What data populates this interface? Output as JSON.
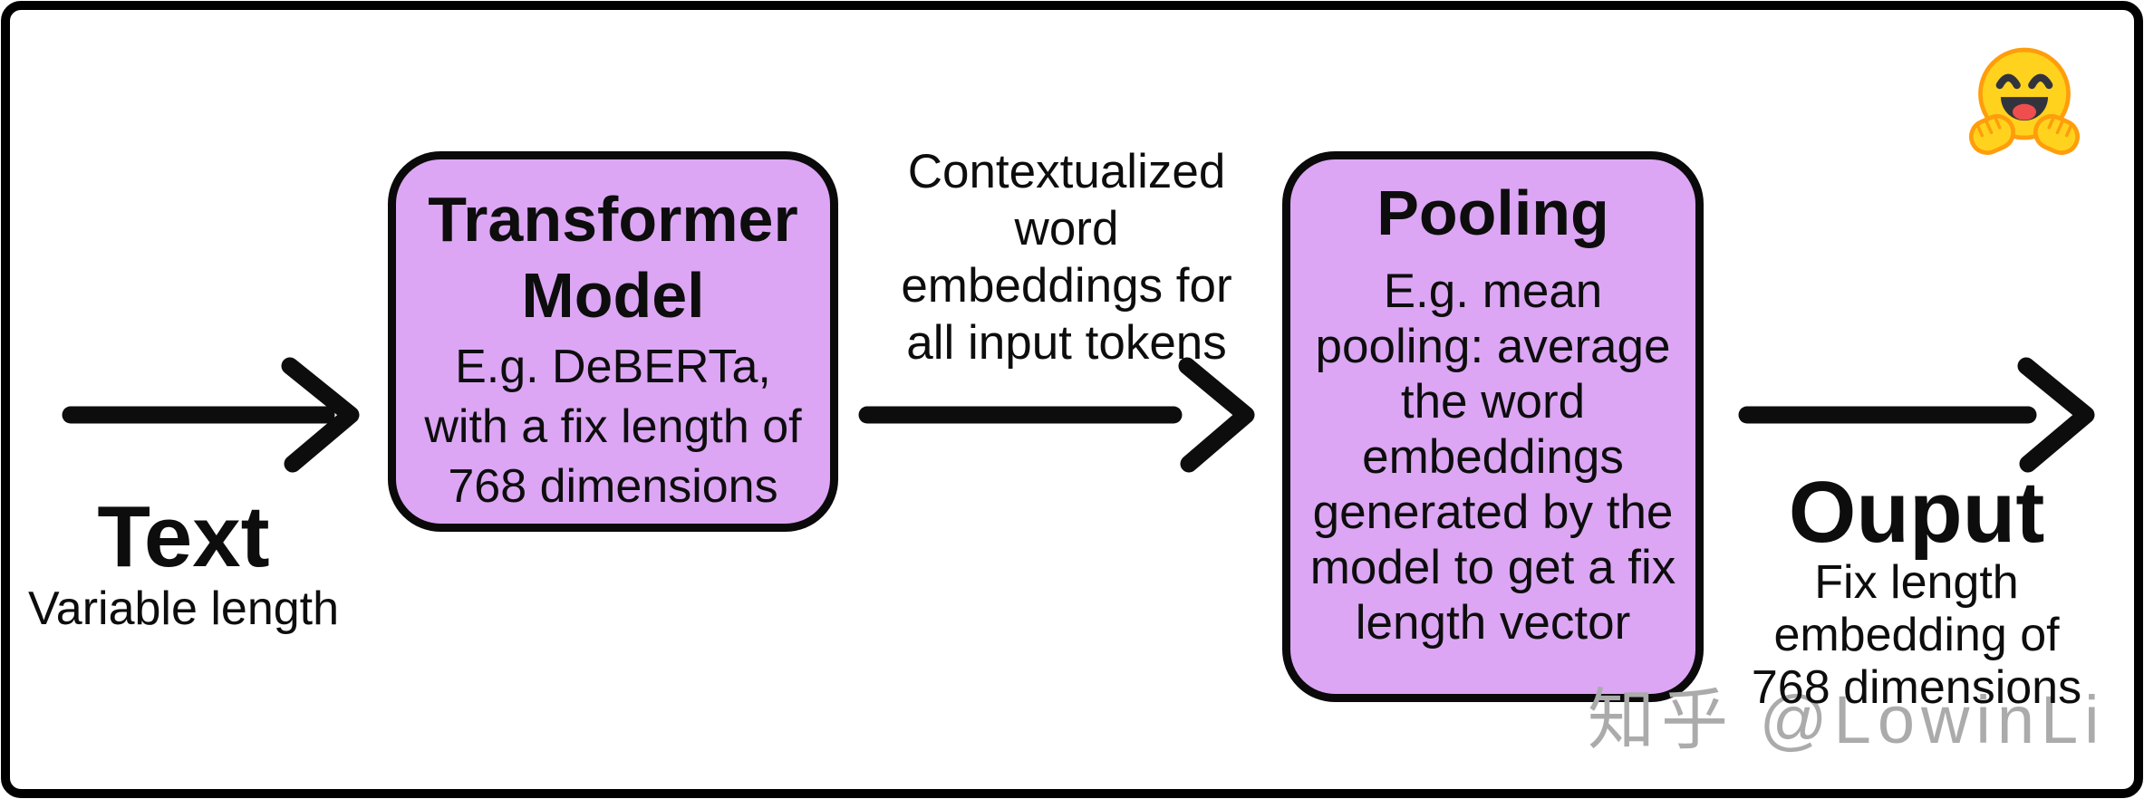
{
  "colors": {
    "background": "#ffffff",
    "frame_border": "#000000",
    "node_fill": "#dca6f4",
    "node_border": "#0a0a0a",
    "arrow": "#0d0d0d",
    "watermark": "#ababab",
    "emoji_yellow": "#ffd21e",
    "emoji_orange": "#ff9d0b"
  },
  "input_label": {
    "title": "Text",
    "subtitle": "Variable length"
  },
  "transformer_node": {
    "title": "Transformer Model",
    "body_lines": [
      "E.g. DeBERTa,",
      "with a fix length of",
      "768 dimensions"
    ]
  },
  "embeddings_label_lines": [
    "Contextualized",
    "word",
    "embeddings for",
    "all input tokens"
  ],
  "pooling_node": {
    "title": "Pooling",
    "body_lines": [
      "E.g. mean",
      "pooling: average",
      "the word",
      "embeddings",
      "generated by the",
      "model to get a fix",
      "length vector"
    ]
  },
  "output_label": {
    "title": "Ouput",
    "subtitle_lines": [
      "Fix length",
      "embedding of",
      "768 dimensions"
    ]
  },
  "watermark": {
    "text": "知乎 @LowinLi"
  },
  "icons": {
    "huggingface": "🤗"
  }
}
